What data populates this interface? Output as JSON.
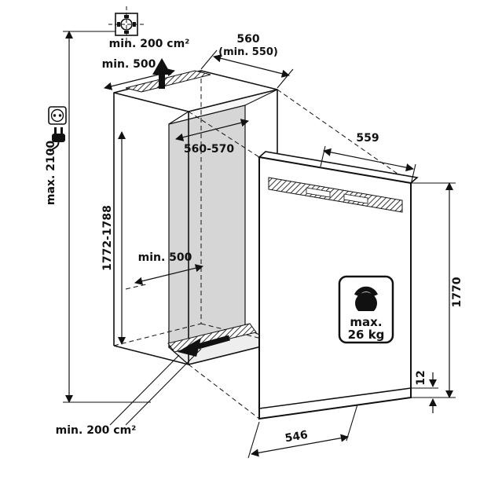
{
  "diagram": {
    "type": "appliance-installation-drawing",
    "labels": {
      "top_vent_area": "min. 200 cm²",
      "top_clearance": "min. 500",
      "niche_depth": "560",
      "niche_depth_min": "(min. 550)",
      "niche_inner_width": "560-570",
      "ceiling_height": "max. 2100",
      "niche_height": "1772-1788",
      "floor_clearance": "min. 500",
      "appliance_width": "559",
      "appliance_height": "1770",
      "weight_line1": "max.",
      "weight_line2": "26 kg",
      "base_gap": "12",
      "appliance_depth": "546",
      "bottom_vent_area": "min. 200 cm²"
    },
    "icons": {
      "socket_position": "crosshair-target-icon",
      "outlet": "power-outlet-icon",
      "plug": "power-plug-icon",
      "weight": "kettlebell-weight-icon",
      "air_up": "airflow-up-arrow",
      "air_out": "airflow-out-arrow"
    },
    "colors": {
      "line": "#111111",
      "back_wall": "#d6d6d6",
      "floor": "#eeeeee"
    }
  }
}
